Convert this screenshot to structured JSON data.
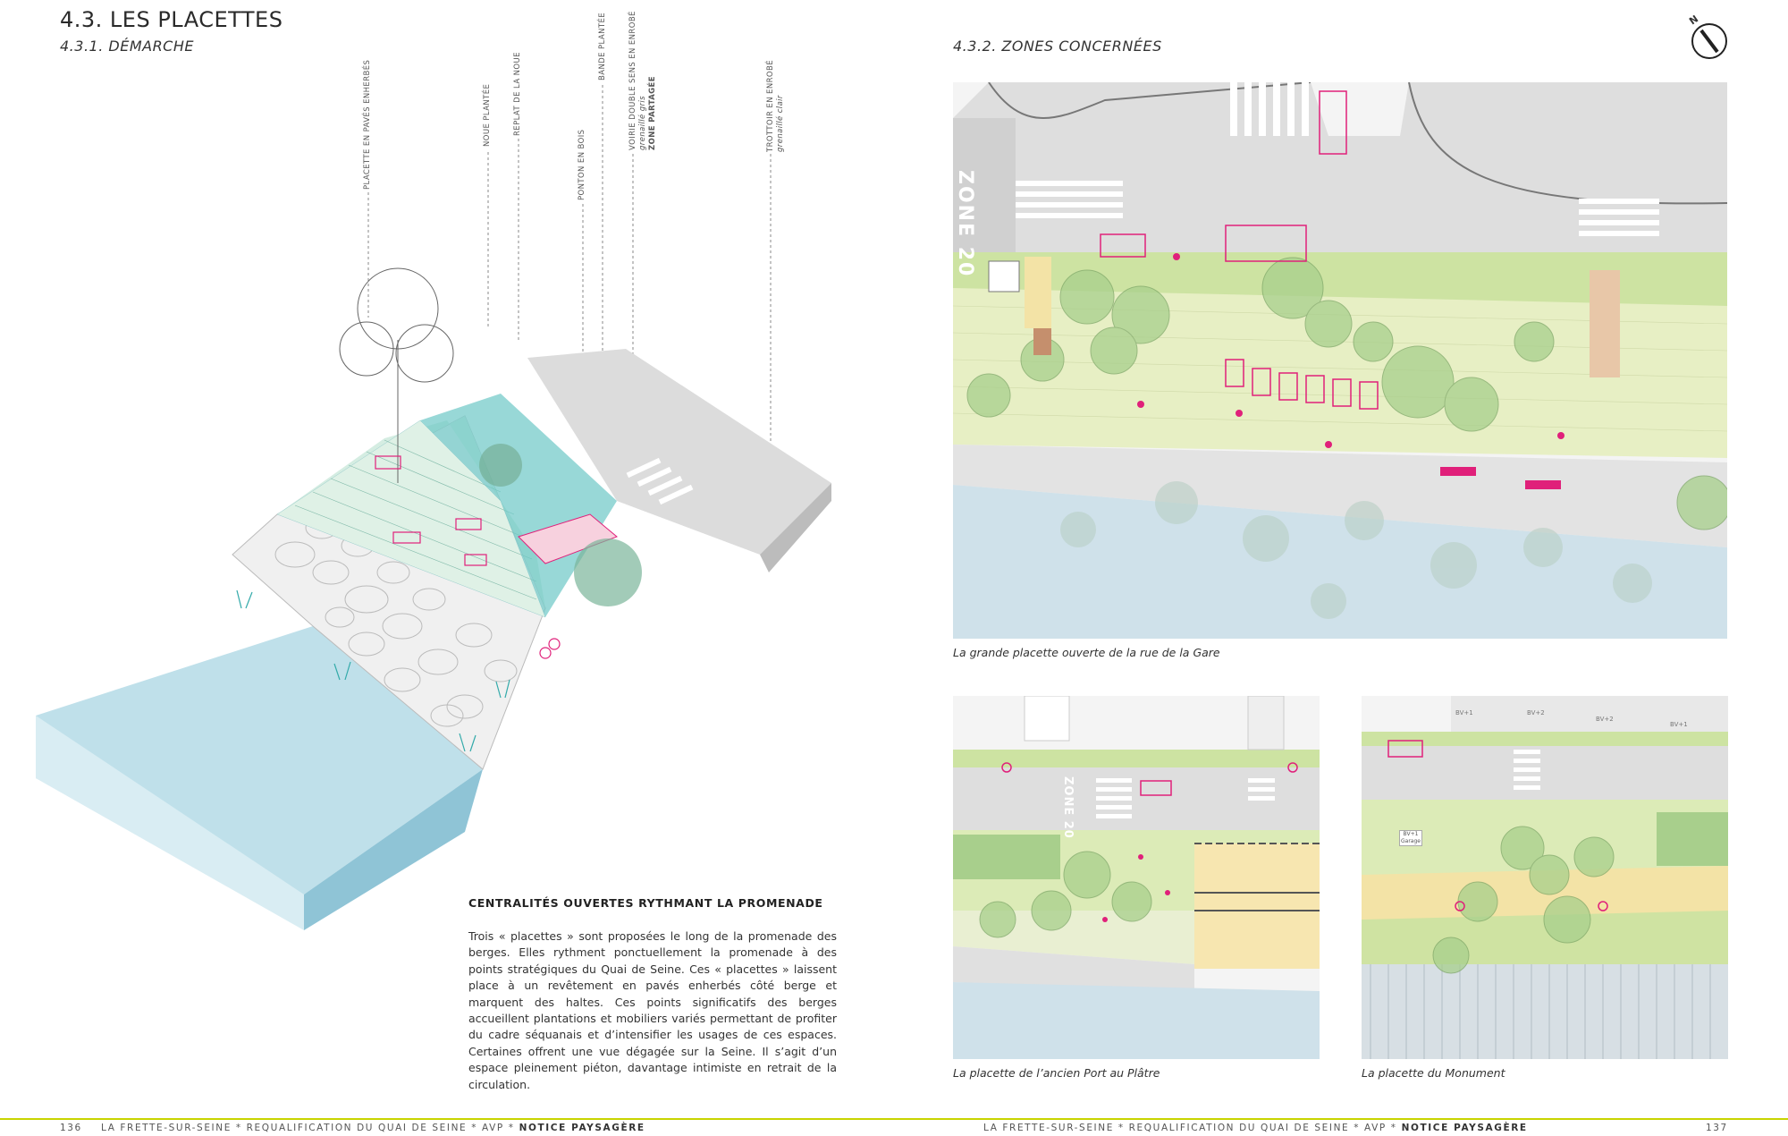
{
  "header": {
    "section_title": "4.3. LES PLACETTES",
    "left_subtitle": "4.3.1. DÉMARCHE",
    "right_subtitle": "4.3.2. ZONES CONCERNÉES",
    "north_label": "N"
  },
  "axonometry": {
    "callouts": [
      {
        "id": "placette",
        "line1": "PLACETTE EN PAVÉS ENHERBÉS"
      },
      {
        "id": "noue",
        "line1": "NOUE PLANTÉE"
      },
      {
        "id": "replat",
        "line1": "REPLAT DE LA NOUE"
      },
      {
        "id": "ponton",
        "line1": "PONTON EN BOIS"
      },
      {
        "id": "bande",
        "line1": "BANDE PLANTÉE"
      },
      {
        "id": "voirie",
        "line1": "VOIRIE DOUBLE SENS EN ENROBÉ",
        "line2": "grenaillé gris",
        "line3": "ZONE PARTAGÉE"
      },
      {
        "id": "trottoir",
        "line1": "TROTTOIR EN ENROBÉ",
        "line2": "grenaillé clair"
      }
    ]
  },
  "text_block": {
    "title": "CENTRALITÉS OUVERTES RYTHMANT LA PROMENADE",
    "body": "Trois « placettes » sont proposées le long de la promenade des berges. Elles rythment ponctuellement la promenade à des points stratégiques du Quai de Seine. Ces « placettes » laissent place à un revêtement en pavés enherbés côté berge et marquent des haltes. Ces points significatifs des berges accueillent plantations et mobiliers variés permettant de profiter du cadre séquanais et d’intensifier les usages de ces espaces. Certaines offrent une vue dégagée sur la Seine. Il s’agit d’un espace pleinement piéton, davantage intimiste en retrait de la circulation."
  },
  "plans": {
    "main": {
      "caption": "La grande placette ouverte de la rue de la Gare",
      "zone_label": "ZONE 20"
    },
    "port": {
      "caption": "La placette de l’ancien Port au Plâtre",
      "zone_label": "ZONE 20"
    },
    "monument": {
      "caption": "La placette du Monument",
      "parking_labels": [
        "BV+1",
        "BV+2",
        "BV+2",
        "BV+1"
      ],
      "sign_label": "BV+1 Garage"
    }
  },
  "footer": {
    "left_page": "136",
    "left_text": "LA FRETTE-SUR-SEINE * REQUALIFICATION DU QUAI DE SEINE * AVP *",
    "left_bold": "NOTICE PAYSAGÈRE",
    "right_text": "LA FRETTE-SUR-SEINE * REQUALIFICATION DU QUAI DE SEINE * AVP *",
    "right_bold": "NOTICE PAYSAGÈRE",
    "right_page": "137"
  },
  "colors": {
    "accent_lime": "#c8d400",
    "water": "#a9d3e0",
    "grass": "#cfe3a2",
    "road": "#d8d8d8",
    "pink": "#e0207a",
    "sand": "#f3e3a6"
  }
}
